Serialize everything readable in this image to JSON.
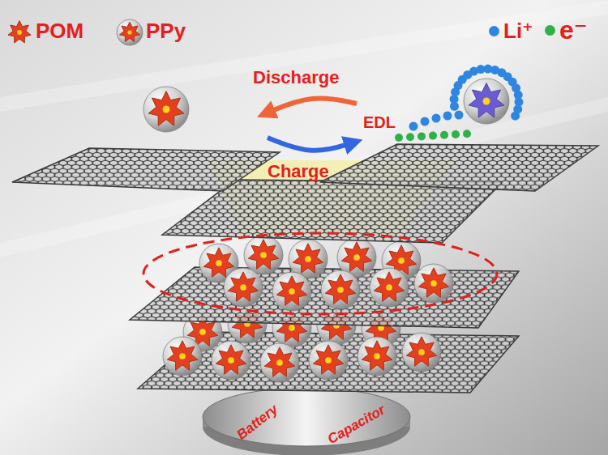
{
  "diagram": {
    "labels": [
      "Discharge",
      "EDL",
      "Charge",
      "Battery",
      "Capacitor"
    ],
    "legend": [
      {
        "text": "POM"
      },
      {
        "text": "PPy"
      },
      {
        "text": "Li⁺",
        "color": "#2f86e0"
      },
      {
        "text": "e⁻",
        "color": "#2fb04a"
      }
    ]
  }
}
